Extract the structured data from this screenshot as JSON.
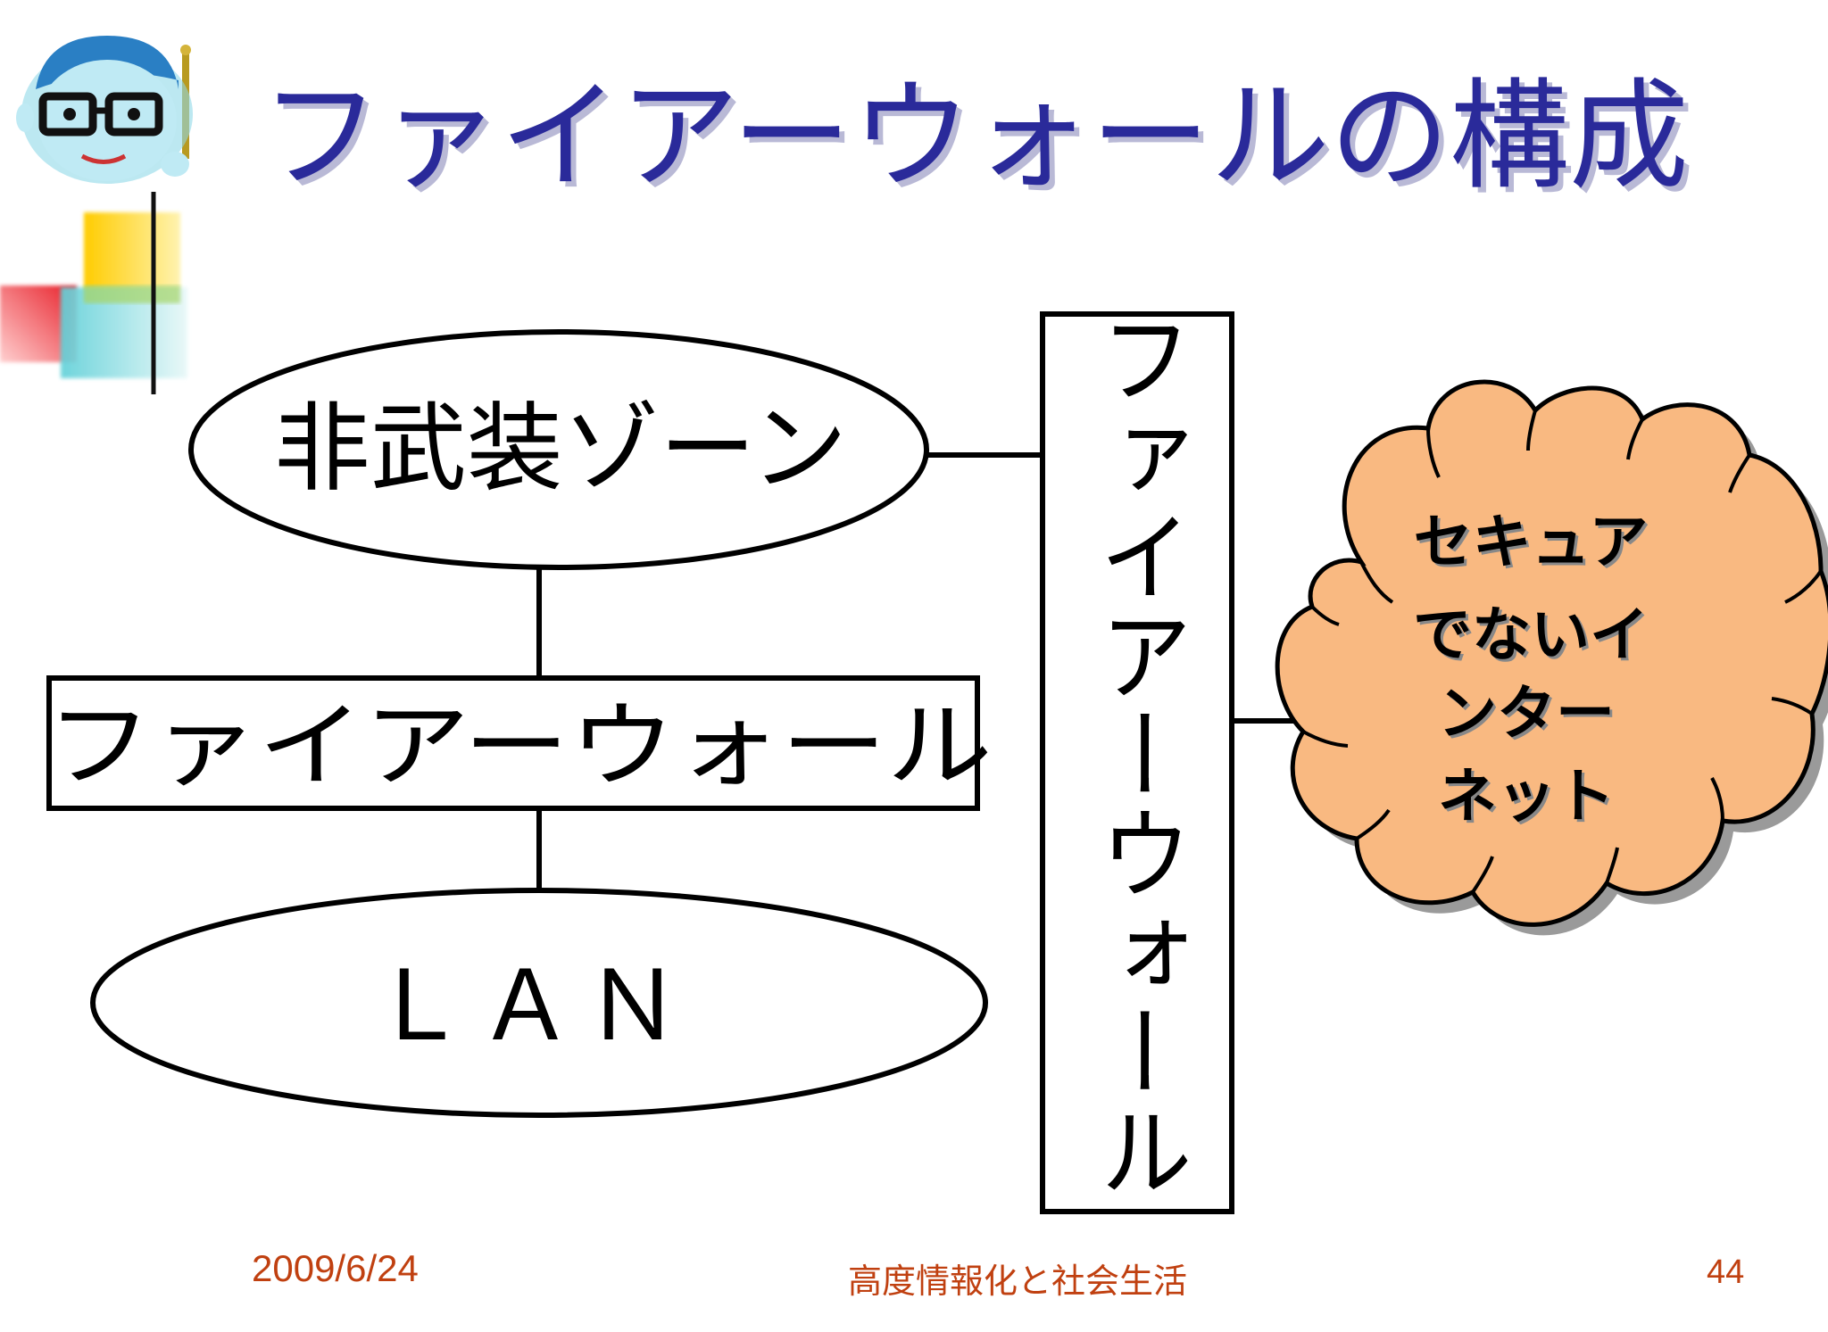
{
  "title": "ファイアーウォールの構成",
  "diagram": {
    "dmz_label": "非武装ゾーン",
    "inner_firewall_label": "ファイアーウォール",
    "lan_label": "ＬＡＮ",
    "outer_firewall_label": "ファイアーウォール",
    "internet_lines": [
      "セキュア",
      "でないイ",
      "ンター",
      "ネット"
    ]
  },
  "footer": {
    "date": "2009/6/24",
    "center": "高度情報化と社会生活",
    "page": "44"
  },
  "colors": {
    "title": "#2a2a9a",
    "cloud_fill": "#f9b981",
    "footer_text": "#c04010"
  }
}
